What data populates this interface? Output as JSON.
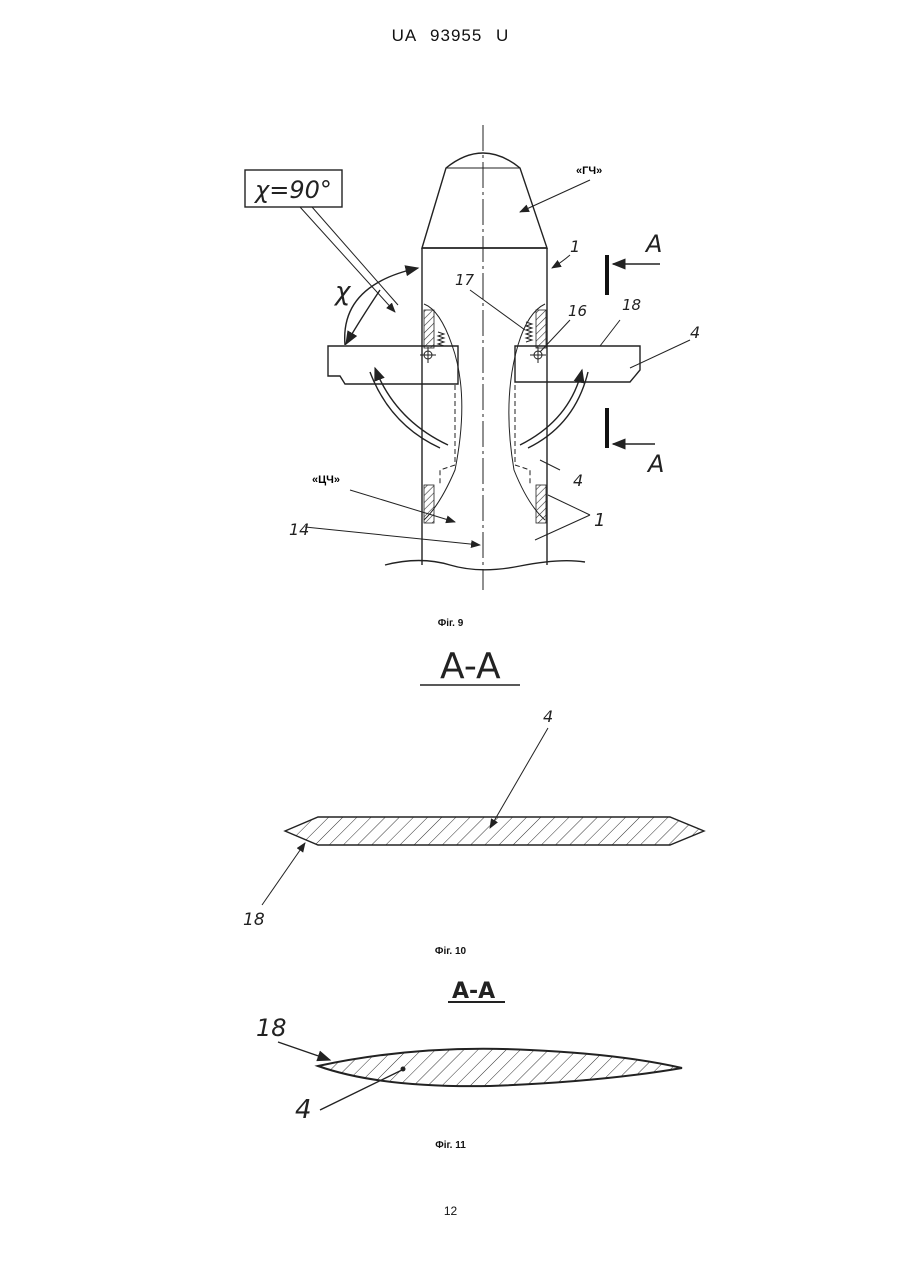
{
  "header": {
    "text": "UA   93955   U"
  },
  "figures": {
    "fig9": {
      "caption": "Фіг. 9",
      "label_gch": "«ГЧ»",
      "label_cch": "«ЦЧ»",
      "angle_box": "χ=90°",
      "angle_symbol": "χ",
      "section_letter": "A",
      "numbers": {
        "n1": "1",
        "n4": "4",
        "n14": "14",
        "n16": "16",
        "n17": "17",
        "n18": "18"
      }
    },
    "fig10": {
      "caption": "Фіг. 10",
      "section_title": "A-A",
      "numbers": {
        "n4": "4",
        "n18": "18"
      }
    },
    "fig11": {
      "caption": "Фіг. 11",
      "section_title": "A-A",
      "numbers": {
        "n4": "4",
        "n18": "18"
      }
    }
  },
  "page": {
    "number": "12"
  }
}
